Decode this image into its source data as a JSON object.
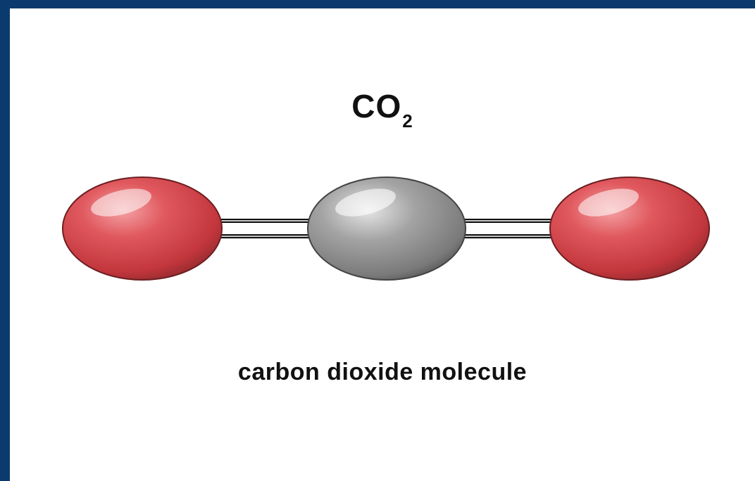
{
  "formula": {
    "main": "CO",
    "subscript": "2"
  },
  "caption": "carbon dioxide molecule",
  "atoms": [
    {
      "element": "oxygen",
      "color": "#d94a4f"
    },
    {
      "element": "carbon",
      "color": "#8e8e8e"
    },
    {
      "element": "oxygen",
      "color": "#d94a4f"
    }
  ],
  "bonds": [
    {
      "type": "double",
      "from": 0,
      "to": 1
    },
    {
      "type": "double",
      "from": 1,
      "to": 2
    }
  ],
  "colors": {
    "border": "#0a3a6e",
    "background": "#ffffff",
    "oxygen": "#d94a4f",
    "carbon": "#8e8e8e"
  }
}
